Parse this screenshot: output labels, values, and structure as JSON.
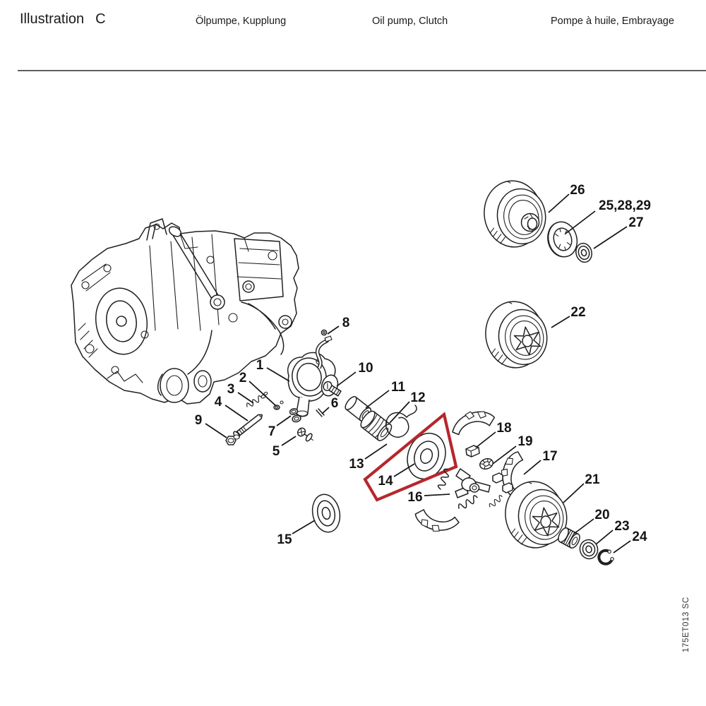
{
  "header": {
    "title": "Illustration",
    "variant": "C",
    "caption_de": "Ölpumpe, Kupplung",
    "caption_en": "Oil pump, Clutch",
    "caption_fr": "Pompe à huile, Embrayage"
  },
  "footer": {
    "doc_code": "175ET013 SC"
  },
  "diagram": {
    "type": "exploded-parts-diagram",
    "subject": "Oil pump and clutch assembly",
    "highlight": {
      "color": "#b5272d",
      "highlighted_part": "14"
    },
    "callouts": [
      {
        "num": "1"
      },
      {
        "num": "2"
      },
      {
        "num": "3"
      },
      {
        "num": "4"
      },
      {
        "num": "5"
      },
      {
        "num": "6"
      },
      {
        "num": "7"
      },
      {
        "num": "8"
      },
      {
        "num": "9"
      },
      {
        "num": "10"
      },
      {
        "num": "11"
      },
      {
        "num": "12"
      },
      {
        "num": "13"
      },
      {
        "num": "14"
      },
      {
        "num": "15"
      },
      {
        "num": "16"
      },
      {
        "num": "17"
      },
      {
        "num": "18"
      },
      {
        "num": "19"
      },
      {
        "num": "20"
      },
      {
        "num": "21"
      },
      {
        "num": "22"
      },
      {
        "num": "23"
      },
      {
        "num": "24"
      },
      {
        "num": "25,28,29"
      },
      {
        "num": "26"
      },
      {
        "num": "27"
      }
    ]
  }
}
